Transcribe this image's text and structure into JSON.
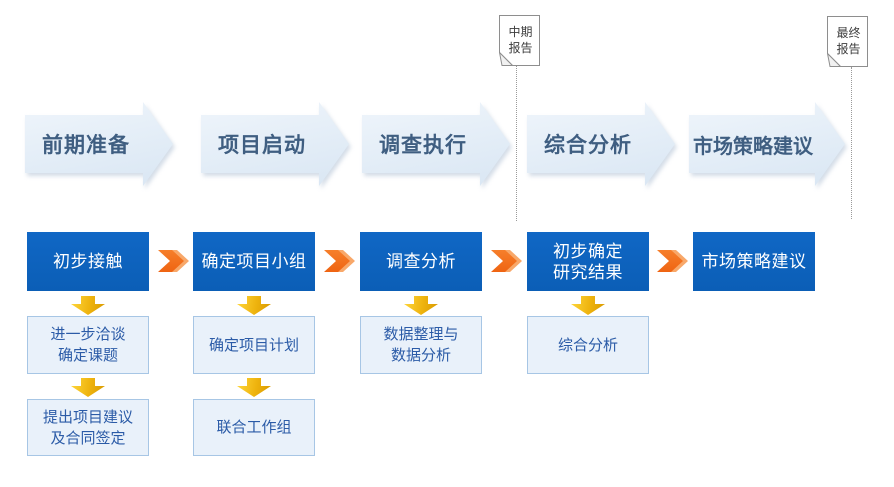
{
  "reports": [
    {
      "label": "中期\n报告"
    },
    {
      "label": "最终\n报告"
    }
  ],
  "stages": [
    {
      "label": "前期准备"
    },
    {
      "label": "项目启动"
    },
    {
      "label": "调查执行"
    },
    {
      "label": "综合分析"
    },
    {
      "label": "市场策略建议"
    }
  ],
  "columns": [
    {
      "step": "初步接触",
      "substeps": [
        "进一步洽谈\n确定课题",
        "提出项目建议\n及合同签定"
      ]
    },
    {
      "step": "确定项目小组",
      "substeps": [
        "确定项目计划",
        "联合工作组"
      ]
    },
    {
      "step": "调查分析",
      "substeps": [
        "数据整理与\n数据分析"
      ]
    },
    {
      "step": "初步确定\n研究结果",
      "substeps": [
        "综合分析"
      ]
    },
    {
      "step": "市场策略建议",
      "substeps": []
    }
  ],
  "colors": {
    "stage_fill": "#e3edf7",
    "stage_text": "#3f5e81",
    "step_fill": "#0c63bf",
    "step_text": "#ffffff",
    "sub_fill": "#e9f1fa",
    "sub_border": "#a7c6e5",
    "sub_text": "#2b5ba7",
    "arrow_orange": "#ef6412",
    "arrow_orange_light": "#f8a86a",
    "arrow_gold": "#eeb30e",
    "note_border": "#8e8e8e",
    "connector": "#9a9a9a"
  }
}
